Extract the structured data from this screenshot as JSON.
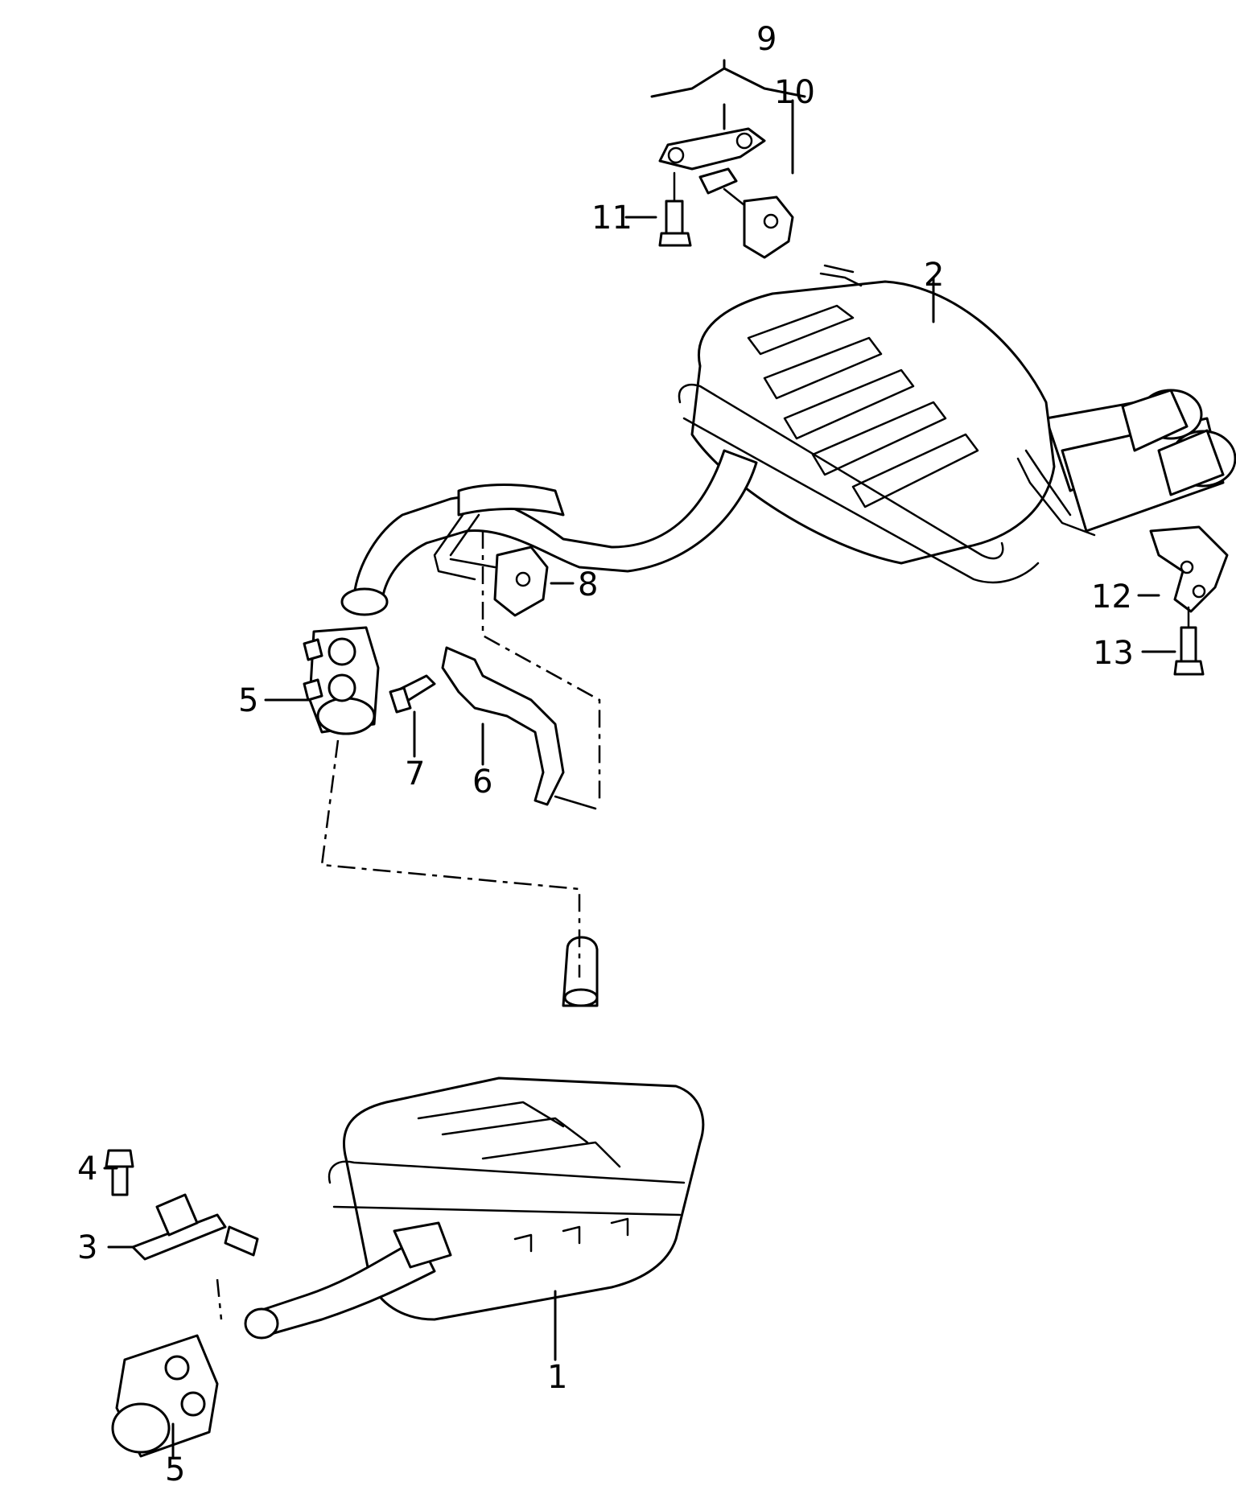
{
  "diagram": {
    "callouts": [
      {
        "id": "1",
        "text": "1"
      },
      {
        "id": "2",
        "text": "2"
      },
      {
        "id": "3",
        "text": "3"
      },
      {
        "id": "4",
        "text": "4"
      },
      {
        "id": "5a",
        "text": "5"
      },
      {
        "id": "5b",
        "text": "5"
      },
      {
        "id": "6",
        "text": "6"
      },
      {
        "id": "7",
        "text": "7"
      },
      {
        "id": "8",
        "text": "8"
      },
      {
        "id": "9",
        "text": "9"
      },
      {
        "id": "10",
        "text": "10"
      },
      {
        "id": "11",
        "text": "11"
      },
      {
        "id": "12",
        "text": "12"
      },
      {
        "id": "13",
        "text": "13"
      }
    ],
    "colors": {
      "line": "#000000",
      "background": "#ffffff"
    }
  }
}
